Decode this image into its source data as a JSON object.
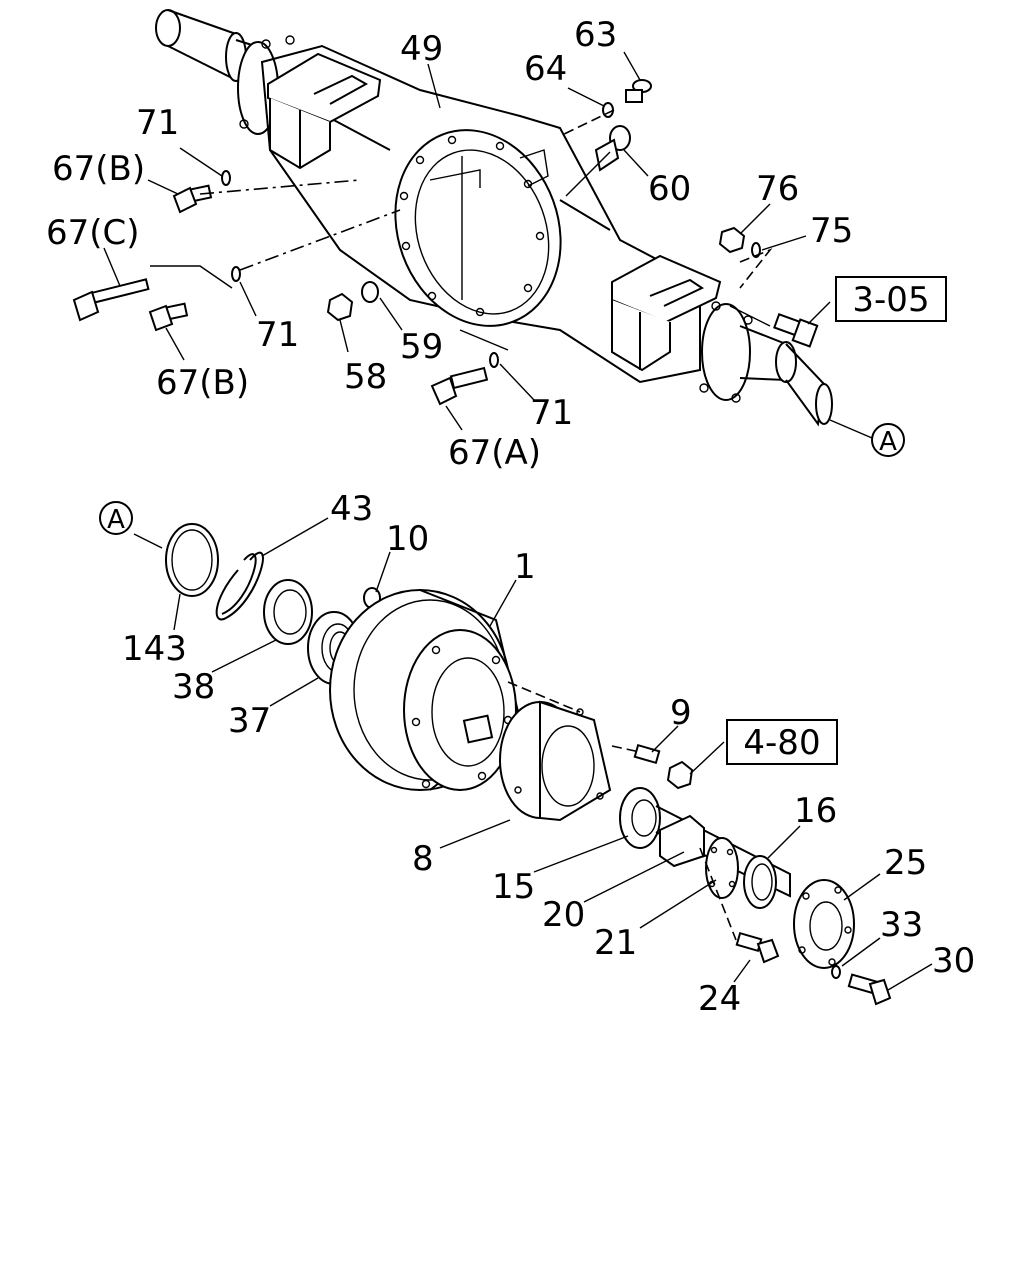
{
  "callouts": {
    "c49": "49",
    "c63": "63",
    "c64": "64",
    "c71a": "71",
    "c67b_top": "67(B)",
    "c60": "60",
    "c76": "76",
    "c75": "75",
    "c67c": "67(C)",
    "c71b": "71",
    "c67b_bottom": "67(B)",
    "c59": "59",
    "c58": "58",
    "c71c": "71",
    "c67a": "67(A)",
    "c43": "43",
    "c10": "10",
    "c1": "1",
    "c143": "143",
    "c38": "38",
    "c37": "37",
    "c9": "9",
    "c8": "8",
    "c15": "15",
    "c16": "16",
    "c20": "20",
    "c25": "25",
    "c21": "21",
    "c33": "33",
    "c30": "30",
    "c24": "24"
  },
  "references": {
    "ref_top": "3-05",
    "ref_bottom": "4-80"
  },
  "markers": {
    "marker_top": "A",
    "marker_bottom": "A"
  }
}
